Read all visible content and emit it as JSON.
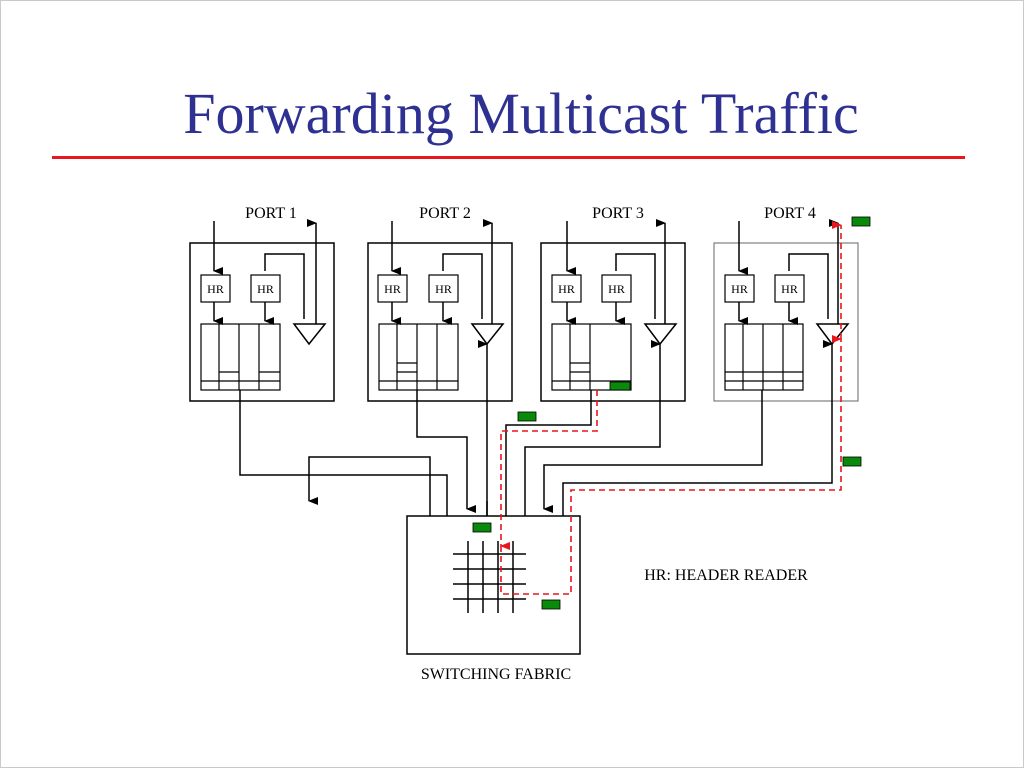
{
  "slide": {
    "title": "Forwarding Multicast Traffic"
  },
  "diagram": {
    "ports": [
      {
        "label": "PORT 1",
        "hr_left": "HR",
        "hr_right": "HR"
      },
      {
        "label": "PORT 2",
        "hr_left": "HR",
        "hr_right": "HR"
      },
      {
        "label": "PORT 3",
        "hr_left": "HR",
        "hr_right": "HR"
      },
      {
        "label": "PORT 4",
        "hr_left": "HR",
        "hr_right": "HR"
      }
    ],
    "legend": "HR: HEADER READER",
    "fabric_label": "SWITCHING FABRIC",
    "colors": {
      "title": "#2e3192",
      "rule": "#e8161d",
      "packet": "#0a8a0a",
      "path": "#e8161d"
    }
  }
}
